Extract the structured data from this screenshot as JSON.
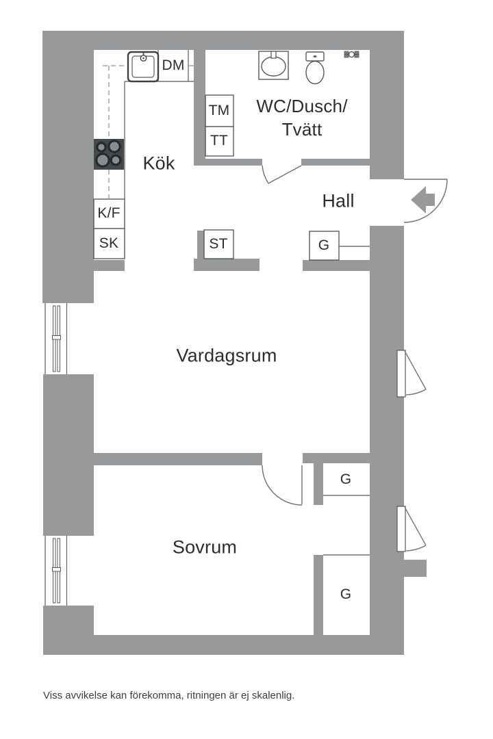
{
  "page": {
    "type": "apartment-floor-plan",
    "disclaimer": "Viss avvikelse kan förekomma, ritningen är ej skalenlig."
  },
  "floorplan": {
    "wall_color": "#97999b",
    "line_color": "#55585a",
    "text_color": "#2b2d2f",
    "rooms": {
      "kitchen": "Kök",
      "bathroom_line1": "WC/Dusch/",
      "bathroom_line2": "Tvätt",
      "hall": "Hall",
      "living_room": "Vardagsrum",
      "bedroom": "Sovrum"
    },
    "units": {
      "dishwasher": "DM",
      "washing_machine": "TM",
      "dryer": "TT",
      "fridge_freezer": "K/F",
      "cupboard": "SK",
      "cleaning_closet": "ST",
      "wardrobe_hall": "G",
      "wardrobe_bedroom_upper": "G",
      "wardrobe_bedroom_lower": "G"
    },
    "icons": [
      "kitchen-sink-icon",
      "stove-icon",
      "washbasin-icon",
      "toilet-icon",
      "shower-mixer-icon",
      "entrance-arrow-icon"
    ]
  }
}
